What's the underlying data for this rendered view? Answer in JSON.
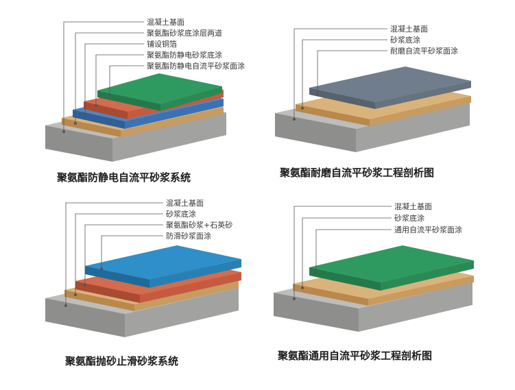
{
  "colors": {
    "concrete_top": "#bdbdbb",
    "concrete_left": "#8e8e8c",
    "concrete_right": "#a2a2a0",
    "tan": "#c89b5e",
    "blue": "#3b72b4",
    "red": "#c65a3e",
    "green": "#2f9a60",
    "grey_top": "#6f7d8c",
    "cyan_top": "#2f8fc8",
    "leader_line": "#555555"
  },
  "panels": [
    {
      "caption": "聚氨酯防静电自流平砂浆系统",
      "labels": [
        "混凝土基面",
        "聚氨酯砂浆底涂层两道",
        "铺设铜箔",
        "聚氨酯防静电砂浆底涂",
        "聚氨酯防静电自流平砂浆面涂"
      ]
    },
    {
      "caption": "聚氨酯耐磨自流平砂浆工程剖析图",
      "labels": [
        "混凝土基面",
        "砂浆底涂",
        "耐磨自流平砂浆面涂"
      ]
    },
    {
      "caption": "聚氨酯抛砂止滑砂浆系统",
      "labels": [
        "混凝土基面",
        "砂浆底涂",
        "聚氨酯砂浆+石英砂",
        "防滑砂浆面涂"
      ]
    },
    {
      "caption": "聚氨酯通用自流平砂浆工程剖析图",
      "labels": [
        "混凝土基面",
        "砂浆底涂",
        "通用自流平砂浆面涂"
      ]
    }
  ]
}
